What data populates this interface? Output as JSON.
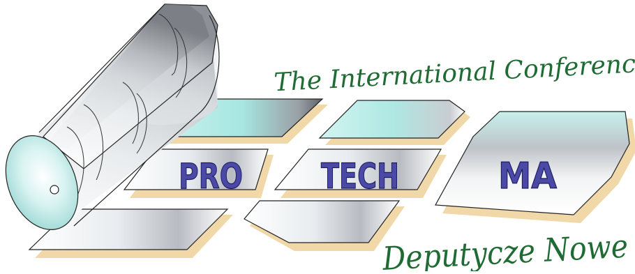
{
  "headline": "The International Conference",
  "words": [
    "PRO",
    "TECH",
    "MA"
  ],
  "location": "Deputycze Nowe",
  "colors": {
    "headline_green": "#1f6b34",
    "block_text": "#4b49a6",
    "block_outline": "#1d1b5c",
    "plate_shadow": "#f0d8a8",
    "roller_gray": "#a9adb4",
    "cyan_tint": "#9fe3de"
  }
}
